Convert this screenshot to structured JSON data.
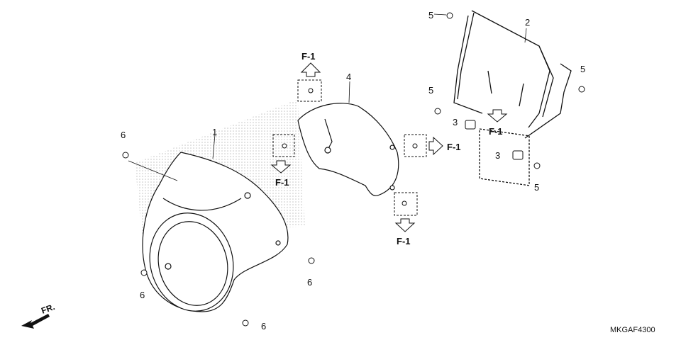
{
  "diagram": {
    "code": "MKGAF4300",
    "direction_label": "FR.",
    "reference_label": "F-1",
    "parts": {
      "p1": "1",
      "p2": "2",
      "p3": "3",
      "p4": "4",
      "p5": "5",
      "p6": "6"
    }
  },
  "colors": {
    "line": "#111111",
    "pattern": "#bdbdbd",
    "fill": "#ffffff"
  }
}
